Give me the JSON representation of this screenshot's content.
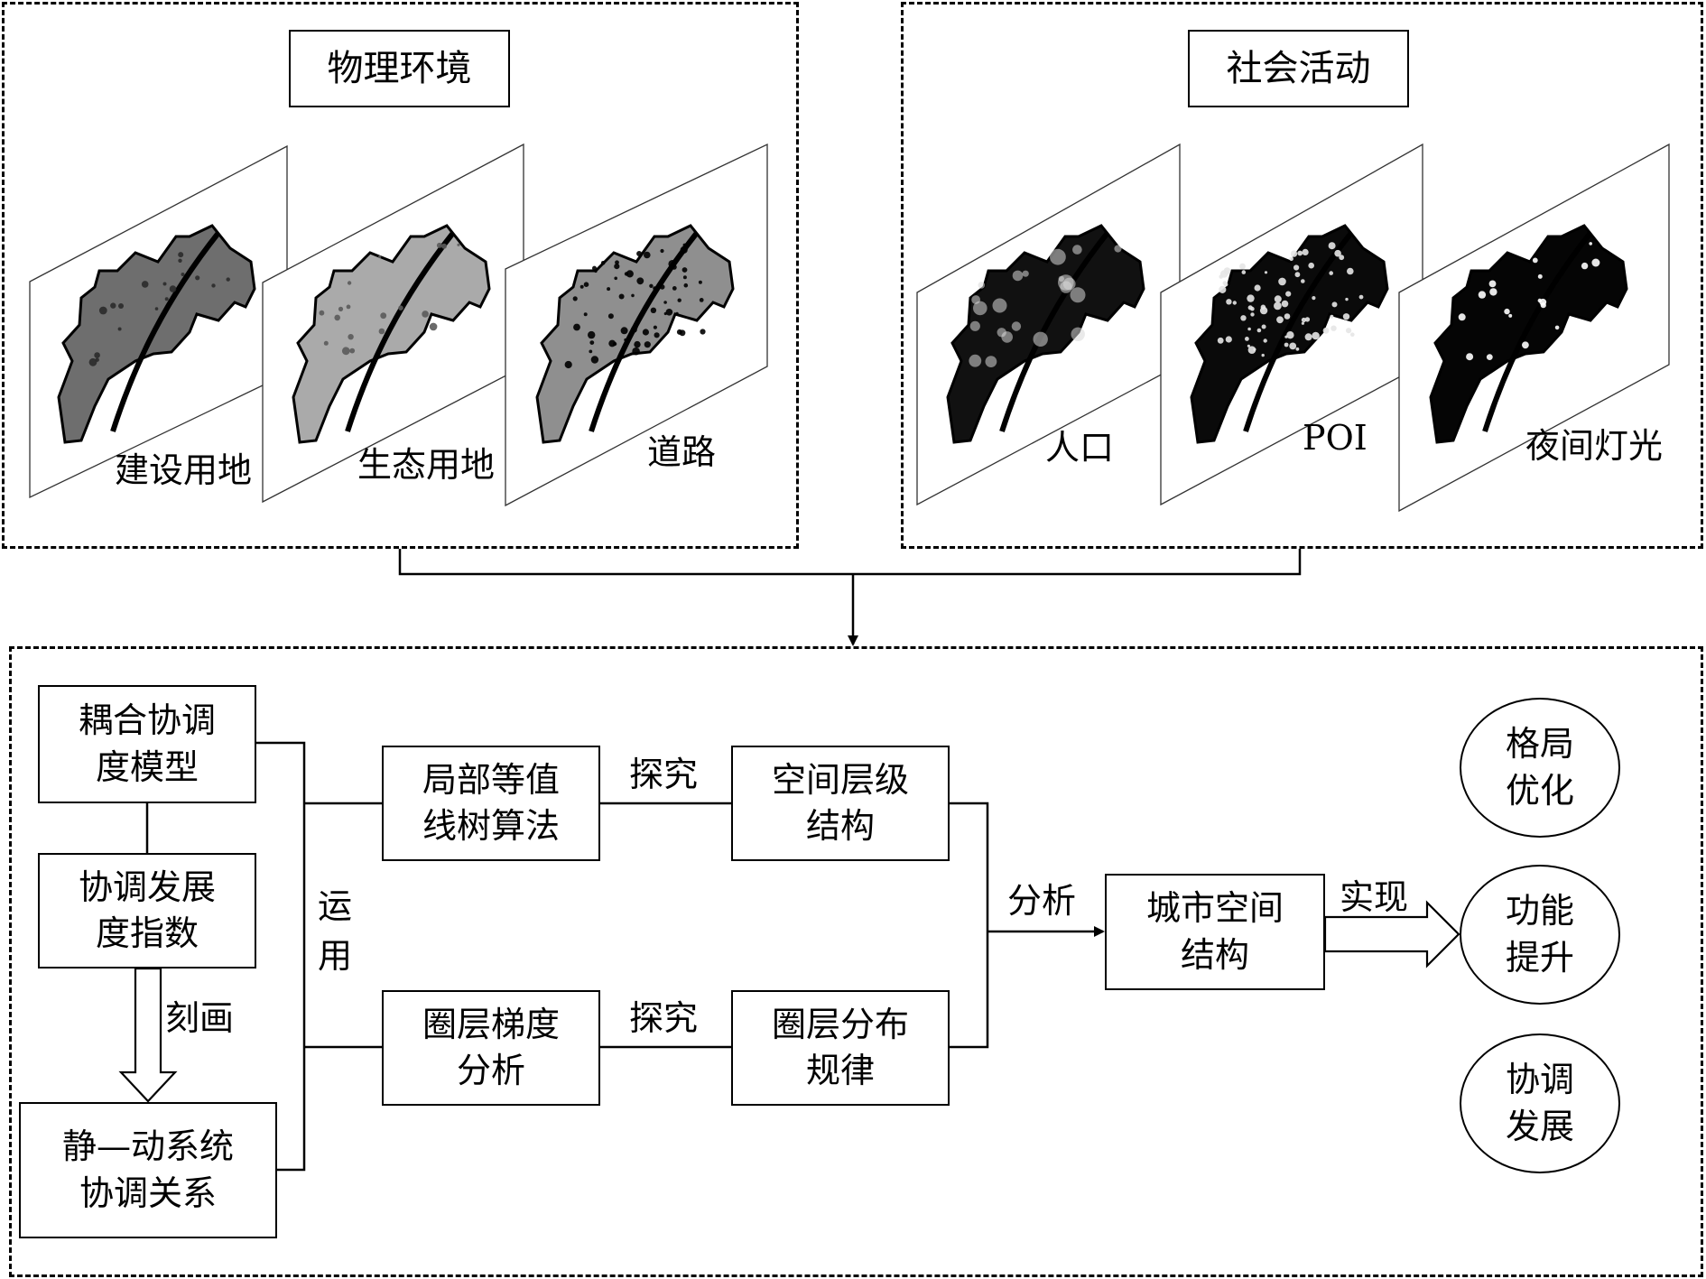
{
  "physical": {
    "title": "物理环境",
    "layers": [
      {
        "label": "建设用地",
        "style": "built"
      },
      {
        "label": "生态用地",
        "style": "eco"
      },
      {
        "label": "道路",
        "style": "road"
      }
    ]
  },
  "social": {
    "title": "社会活动",
    "layers": [
      {
        "label": "人口",
        "style": "pop"
      },
      {
        "label": "POI",
        "style": "poi"
      },
      {
        "label": "夜间灯光",
        "style": "night"
      }
    ]
  },
  "method": {
    "coupling_model": [
      "耦合协调",
      "度模型"
    ],
    "coordination_index": [
      "协调发展",
      "度指数"
    ],
    "static_dynamic": [
      "静—动系统",
      "协调关系"
    ],
    "depict_label": "刻画",
    "apply_label": [
      "运",
      "用"
    ],
    "local_contour": [
      "局部等值",
      "线树算法"
    ],
    "ring_gradient": [
      "圈层梯度",
      "分析"
    ],
    "explore_label_1": "探究",
    "explore_label_2": "探究",
    "spatial_hierarchy": [
      "空间层级",
      "结构"
    ],
    "ring_distribution": [
      "圈层分布",
      "规律"
    ],
    "analyze_label": "分析",
    "urban_structure": [
      "城市空间",
      "结构"
    ],
    "realize_label": "实现",
    "outcomes": [
      [
        "格局",
        "优化"
      ],
      [
        "功能",
        "提升"
      ],
      [
        "协调",
        "发展"
      ]
    ]
  }
}
